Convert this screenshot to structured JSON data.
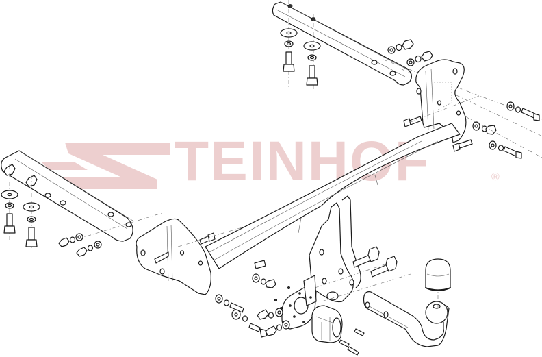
{
  "diagram": {
    "type": "exploded-parts-view",
    "subject": "Tow bar / trailer hitch assembly",
    "background_color": "#ffffff",
    "line_color": "#1a1a1a"
  },
  "watermark": {
    "brand": "STEINHOF",
    "text": "TEINHOF",
    "registered_mark": "®",
    "color": "#EDCFCF"
  },
  "parts": [
    {
      "id": "right-side-arm",
      "label": "Right mounting arm"
    },
    {
      "id": "left-side-arm",
      "label": "Left mounting arm"
    },
    {
      "id": "crossbar",
      "label": "Main crossbar"
    },
    {
      "id": "right-bracket",
      "label": "Right end bracket"
    },
    {
      "id": "left-bracket",
      "label": "Left end bracket"
    },
    {
      "id": "drop-plate",
      "label": "Ball mount drop plate"
    },
    {
      "id": "socket-plate",
      "label": "Electrical socket plate"
    },
    {
      "id": "electrical-socket",
      "label": "13-pin electrical socket"
    },
    {
      "id": "ball-mount",
      "label": "Ball mount with tow ball"
    },
    {
      "id": "ball-cap",
      "label": "Tow ball cover cap"
    },
    {
      "id": "bolts",
      "label": "Bolts"
    },
    {
      "id": "washers",
      "label": "Washers"
    },
    {
      "id": "nuts",
      "label": "Nuts"
    },
    {
      "id": "screws",
      "label": "Socket screws"
    }
  ]
}
